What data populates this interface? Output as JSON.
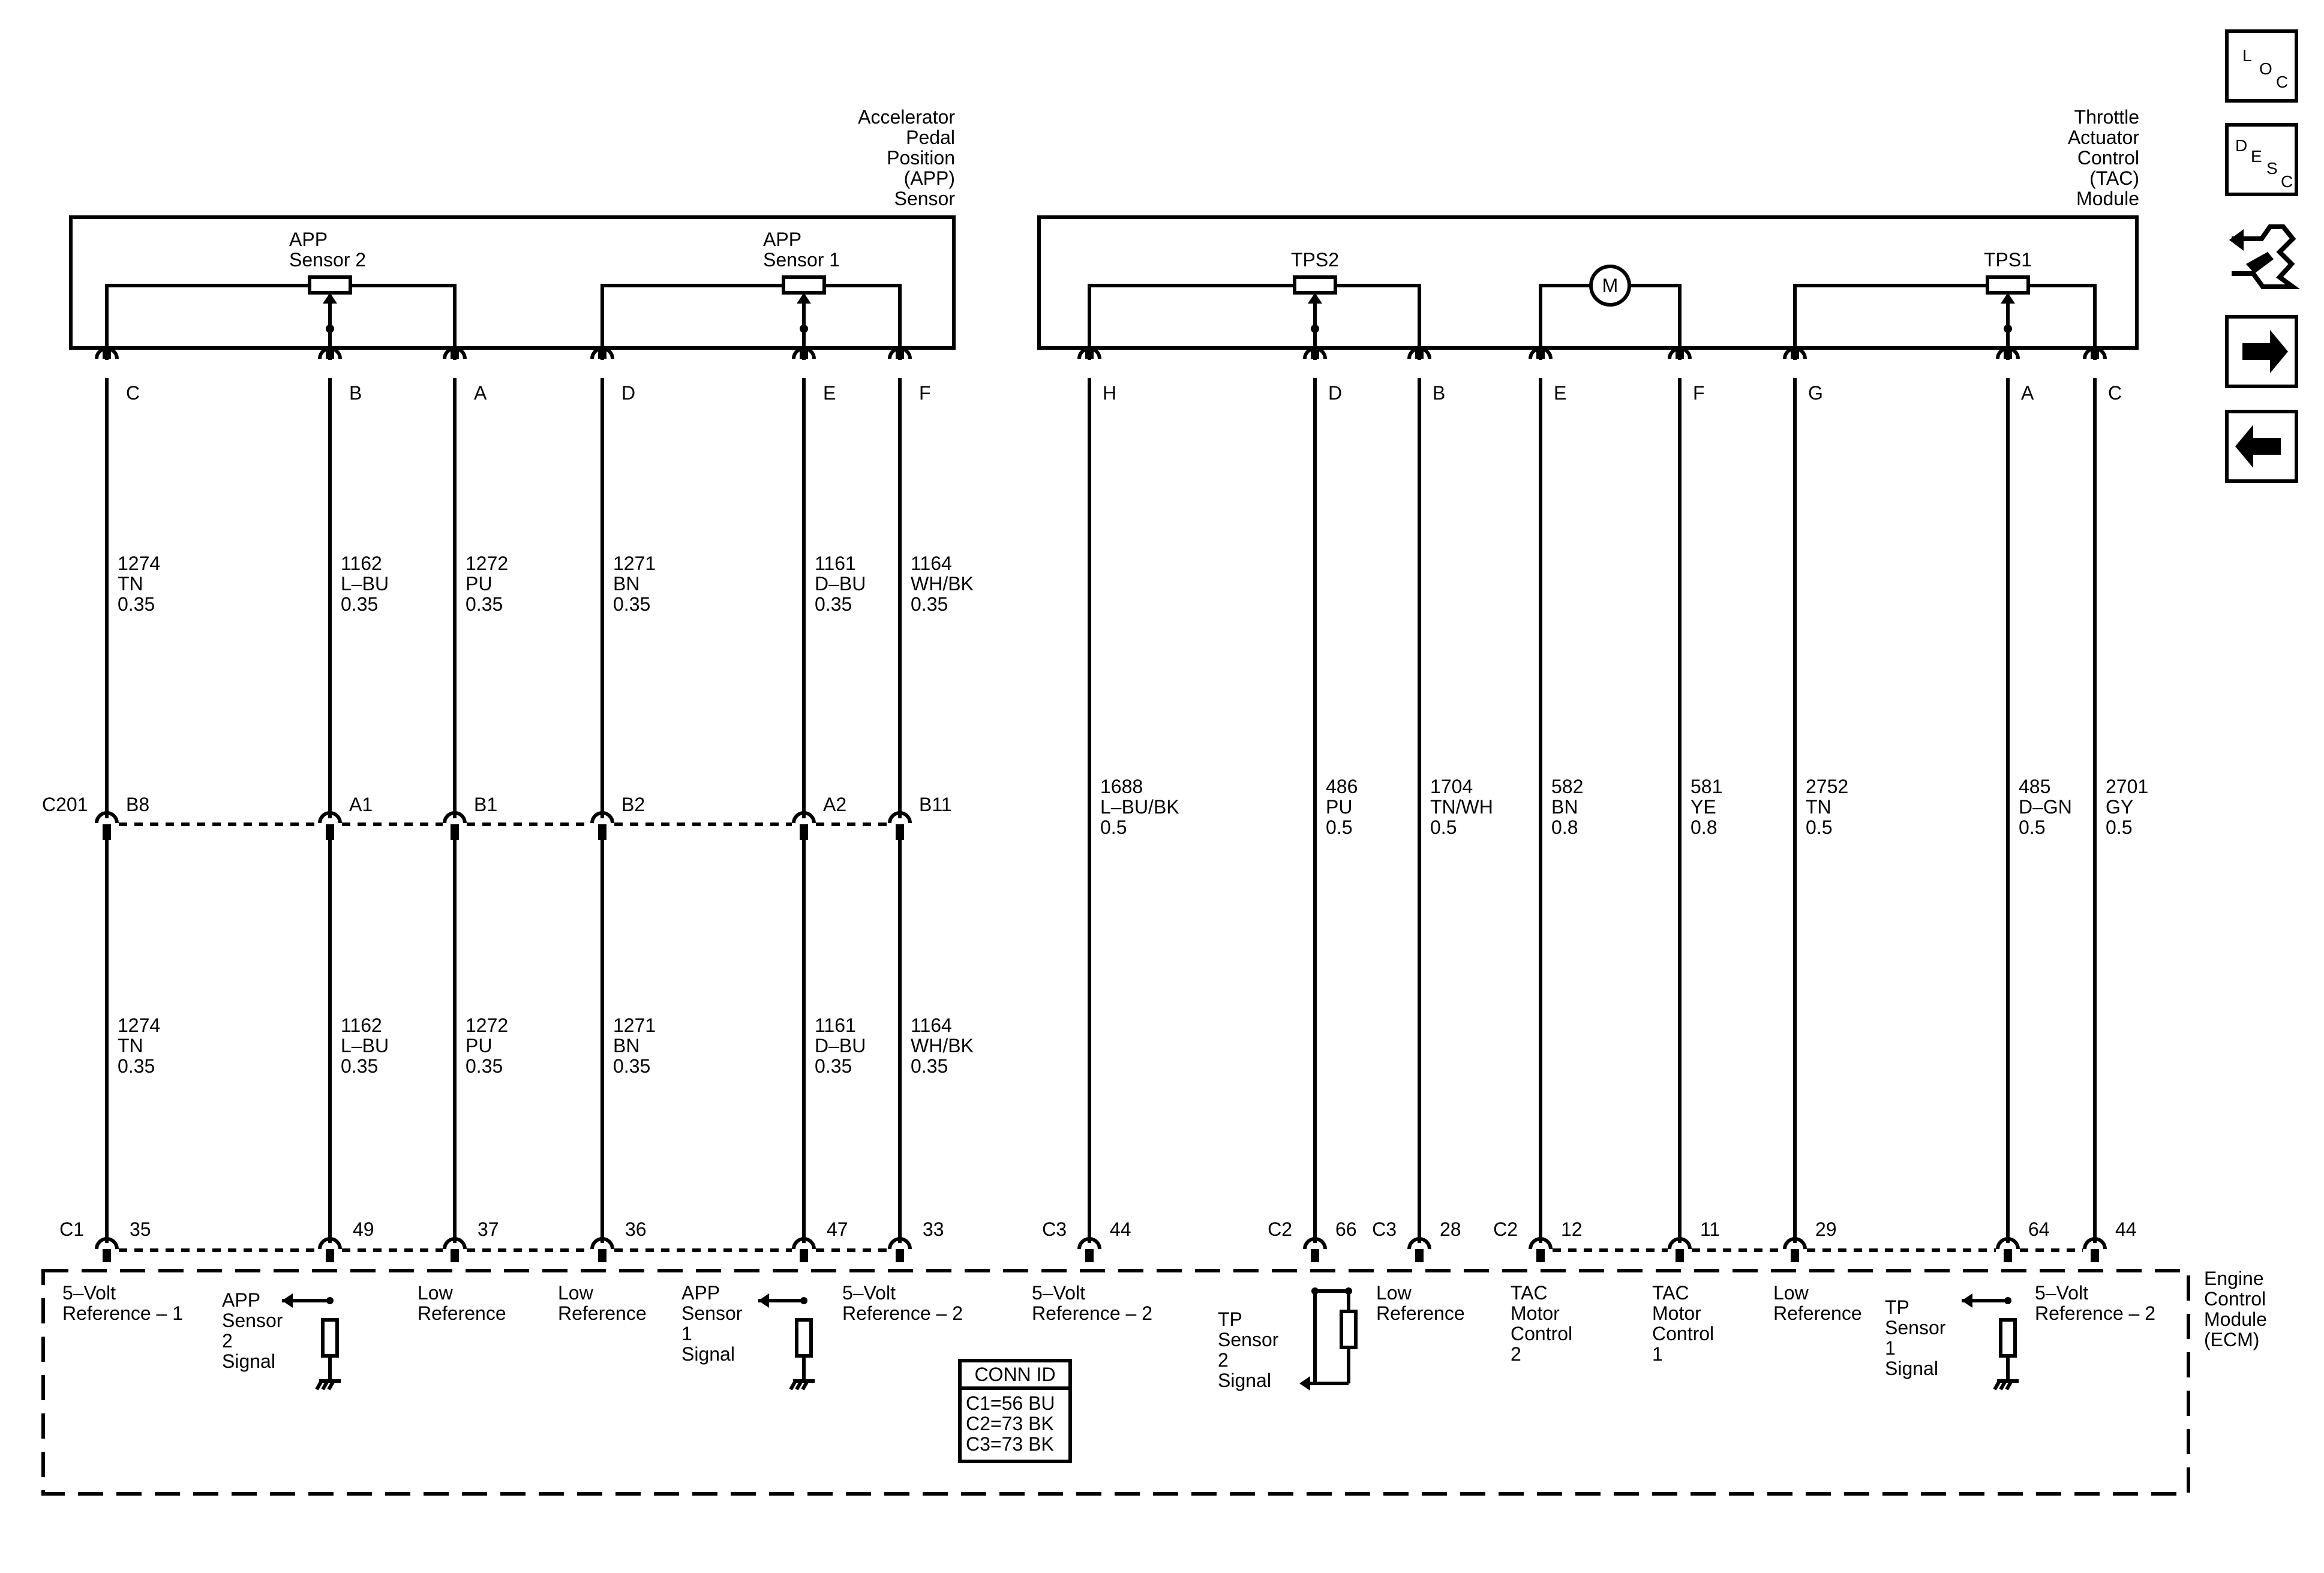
{
  "app_sensor": {
    "title": [
      "Accelerator",
      "Pedal",
      "Position",
      "(APP)",
      "Sensor"
    ],
    "sensor2_label": [
      "APP",
      "Sensor 2"
    ],
    "sensor1_label": [
      "APP",
      "Sensor 1"
    ]
  },
  "tac_module": {
    "title": [
      "Throttle",
      "Actuator",
      "Control",
      "(TAC)",
      "Module"
    ],
    "tps2_label": "TPS2",
    "tps1_label": "TPS1",
    "motor_label": "M"
  },
  "ecm": {
    "title": [
      "Engine",
      "Control",
      "Module",
      "(ECM)"
    ]
  },
  "inline_connector": "C201",
  "conn_id": {
    "header": "CONN ID",
    "rows": [
      "C1=56 BU",
      "C2=73 BK",
      "C3=73 BK"
    ]
  },
  "app_circuits": [
    {
      "pin": "C",
      "upper": [
        "1274",
        "TN",
        "0.35"
      ],
      "c201": "B8",
      "lower": [
        "1274",
        "TN",
        "0.35"
      ],
      "ecm_conn": "C1",
      "ecm_pin": "35",
      "func": [
        "5–Volt",
        "Reference – 1"
      ]
    },
    {
      "pin": "B",
      "upper": [
        "1162",
        "L–BU",
        "0.35"
      ],
      "c201": "A1",
      "lower": [
        "1162",
        "L–BU",
        "0.35"
      ],
      "ecm_conn": "",
      "ecm_pin": "49",
      "func": [
        "APP",
        "Sensor",
        "2",
        "Signal"
      ]
    },
    {
      "pin": "A",
      "upper": [
        "1272",
        "PU",
        "0.35"
      ],
      "c201": "B1",
      "lower": [
        "1272",
        "PU",
        "0.35"
      ],
      "ecm_conn": "",
      "ecm_pin": "37",
      "func": [
        "Low",
        "Reference"
      ]
    },
    {
      "pin": "D",
      "upper": [
        "1271",
        "BN",
        "0.35"
      ],
      "c201": "B2",
      "lower": [
        "1271",
        "BN",
        "0.35"
      ],
      "ecm_conn": "",
      "ecm_pin": "36",
      "func": [
        "Low",
        "Reference"
      ]
    },
    {
      "pin": "E",
      "upper": [
        "1161",
        "D–BU",
        "0.35"
      ],
      "c201": "A2",
      "lower": [
        "1161",
        "D–BU",
        "0.35"
      ],
      "ecm_conn": "",
      "ecm_pin": "47",
      "func": [
        "APP",
        "Sensor",
        "1",
        "Signal"
      ]
    },
    {
      "pin": "F",
      "upper": [
        "1164",
        "WH/BK",
        "0.35"
      ],
      "c201": "B11",
      "lower": [
        "1164",
        "WH/BK",
        "0.35"
      ],
      "ecm_conn": "",
      "ecm_pin": "33",
      "func": [
        "5–Volt",
        "Reference – 2"
      ]
    }
  ],
  "tac_circuits": [
    {
      "pin": "H",
      "wire": [
        "1688",
        "L–BU/BK",
        "0.5"
      ],
      "ecm_conn": "C3",
      "ecm_pin": "44",
      "func": [
        "5–Volt",
        "Reference – 2"
      ]
    },
    {
      "pin": "D",
      "wire": [
        "486",
        "PU",
        "0.5"
      ],
      "ecm_conn": "C2",
      "ecm_pin": "66",
      "func": [
        "TP",
        "Sensor",
        "2",
        "Signal"
      ]
    },
    {
      "pin": "B",
      "wire": [
        "1704",
        "TN/WH",
        "0.5"
      ],
      "ecm_conn": "C3",
      "ecm_pin": "28",
      "func": [
        "Low",
        "Reference"
      ]
    },
    {
      "pin": "E",
      "wire": [
        "582",
        "BN",
        "0.8"
      ],
      "ecm_conn": "C2",
      "ecm_pin": "12",
      "func": [
        "TAC",
        "Motor",
        "Control",
        "2"
      ]
    },
    {
      "pin": "F",
      "wire": [
        "581",
        "YE",
        "0.8"
      ],
      "ecm_conn": "",
      "ecm_pin": "11",
      "func": [
        "TAC",
        "Motor",
        "Control",
        "1"
      ]
    },
    {
      "pin": "G",
      "wire": [
        "2752",
        "TN",
        "0.5"
      ],
      "ecm_conn": "",
      "ecm_pin": "29",
      "func": [
        "Low",
        "Reference"
      ]
    },
    {
      "pin": "A",
      "wire": [
        "485",
        "D–GN",
        "0.5"
      ],
      "ecm_conn": "",
      "ecm_pin": "64",
      "func": [
        "TP",
        "Sensor",
        "1",
        "Signal"
      ]
    },
    {
      "pin": "C",
      "wire": [
        "2701",
        "GY",
        "0.5"
      ],
      "ecm_conn": "",
      "ecm_pin": "44",
      "func": [
        "5–Volt",
        "Reference – 2"
      ]
    }
  ],
  "nav": {
    "loc": [
      "L",
      "O",
      "C"
    ],
    "desc": [
      "D",
      "E",
      "S",
      "C"
    ],
    "icons": [
      "connector-harness-icon",
      "arrow-right-icon",
      "arrow-left-icon"
    ]
  }
}
